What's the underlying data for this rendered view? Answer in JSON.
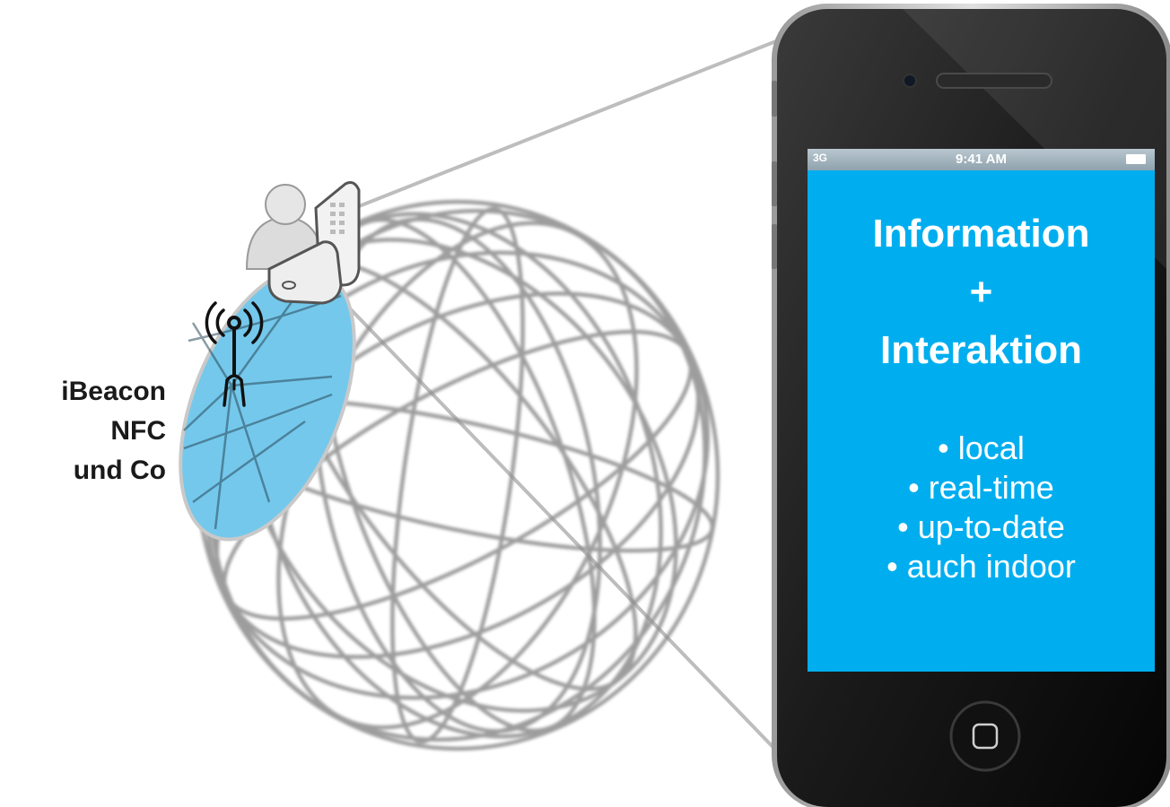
{
  "labels": {
    "tech": [
      "iBeacon",
      "NFC",
      "und Co"
    ]
  },
  "phone": {
    "status": {
      "signal": "3G",
      "time": "9:41 AM"
    },
    "heading": [
      "Information",
      "+",
      "Interaktion"
    ],
    "bullets": [
      "• local",
      "• real-time",
      "• up-to-date",
      "• auch indoor"
    ]
  },
  "colors": {
    "screen_bg": "#00aeef",
    "highlight_zone": "#74c8ec",
    "globe_lines": "#8a8a8a"
  },
  "icons": [
    "user-icon",
    "flip-phone-icon",
    "beacon-antenna-icon",
    "home-button-icon"
  ]
}
